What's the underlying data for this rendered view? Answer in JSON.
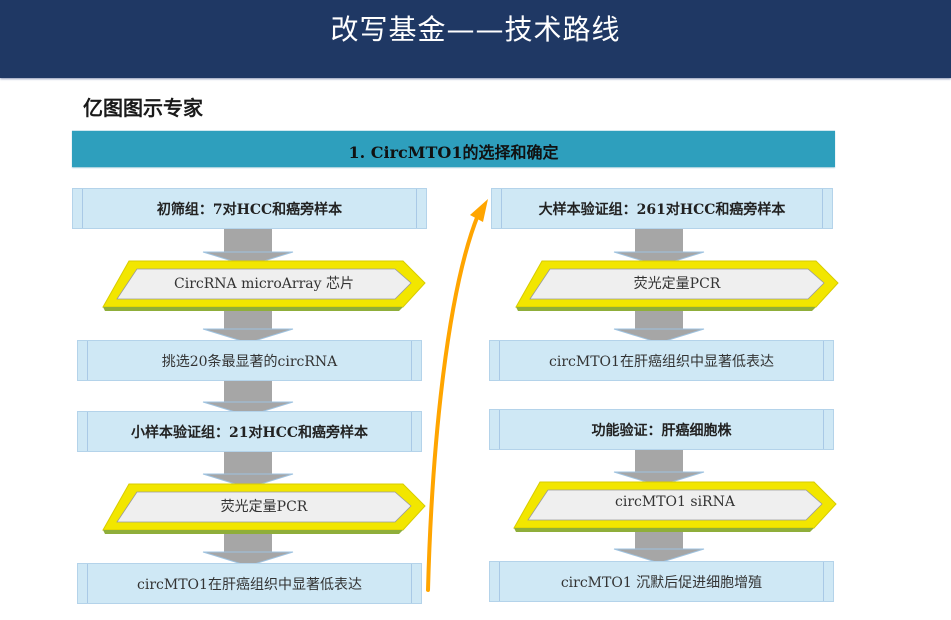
{
  "header": {
    "title": "改写基金——技术路线"
  },
  "subtitle": "亿图图示专家",
  "section": {
    "title": "1. CircMTO1的选择和确定"
  },
  "colors": {
    "header_bg": "#1f3864",
    "section_bg": "#2e9fbd",
    "box_bg": "#cfe8f5",
    "chevron_border": "#f2e600",
    "chevron_fill": "#f0f0f0",
    "arrow_gray": "#a6a6a6",
    "curve_arrow": "#ffa500"
  },
  "left_column": {
    "step1": "初筛组：7对HCC和癌旁样本",
    "step2": "CircRNA microArray 芯片",
    "step3": "挑选20条最显著的circRNA",
    "step4": "小样本验证组：21对HCC和癌旁样本",
    "step5": "荧光定量PCR",
    "step6": "circMTO1在肝癌组织中显著低表达"
  },
  "right_column": {
    "step1": "大样本验证组：261对HCC和癌旁样本",
    "step2": "荧光定量PCR",
    "step3": "circMTO1在肝癌组织中显著低表达",
    "step4": "功能验证：肝癌细胞株",
    "step5": "circMTO1 siRNA",
    "step6": "circMTO1 沉默后促进细胞增殖"
  }
}
